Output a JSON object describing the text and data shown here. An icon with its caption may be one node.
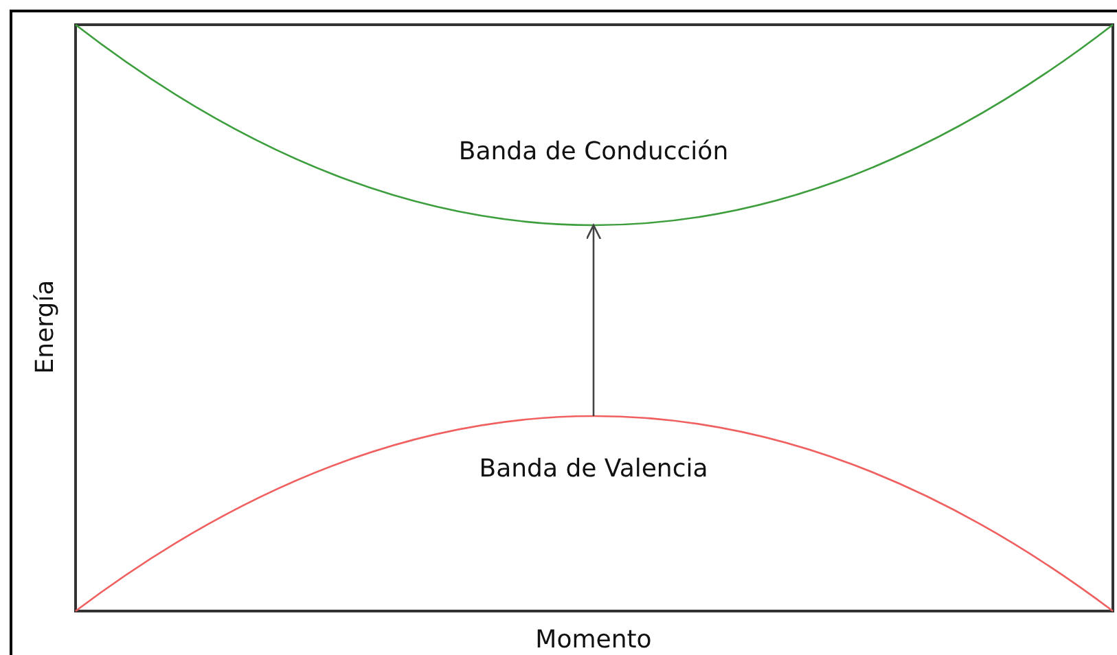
{
  "diagram": {
    "nodes": [
      {
        "text": [
          "Banda de Conducción"
        ]
      },
      {
        "text": [
          "Banda de Valencia"
        ]
      }
    ],
    "edges": [
      {
        "from": 1,
        "to": 0,
        "arrow": "to"
      }
    ],
    "labels": [
      "Energía",
      "Momento"
    ]
  }
}
